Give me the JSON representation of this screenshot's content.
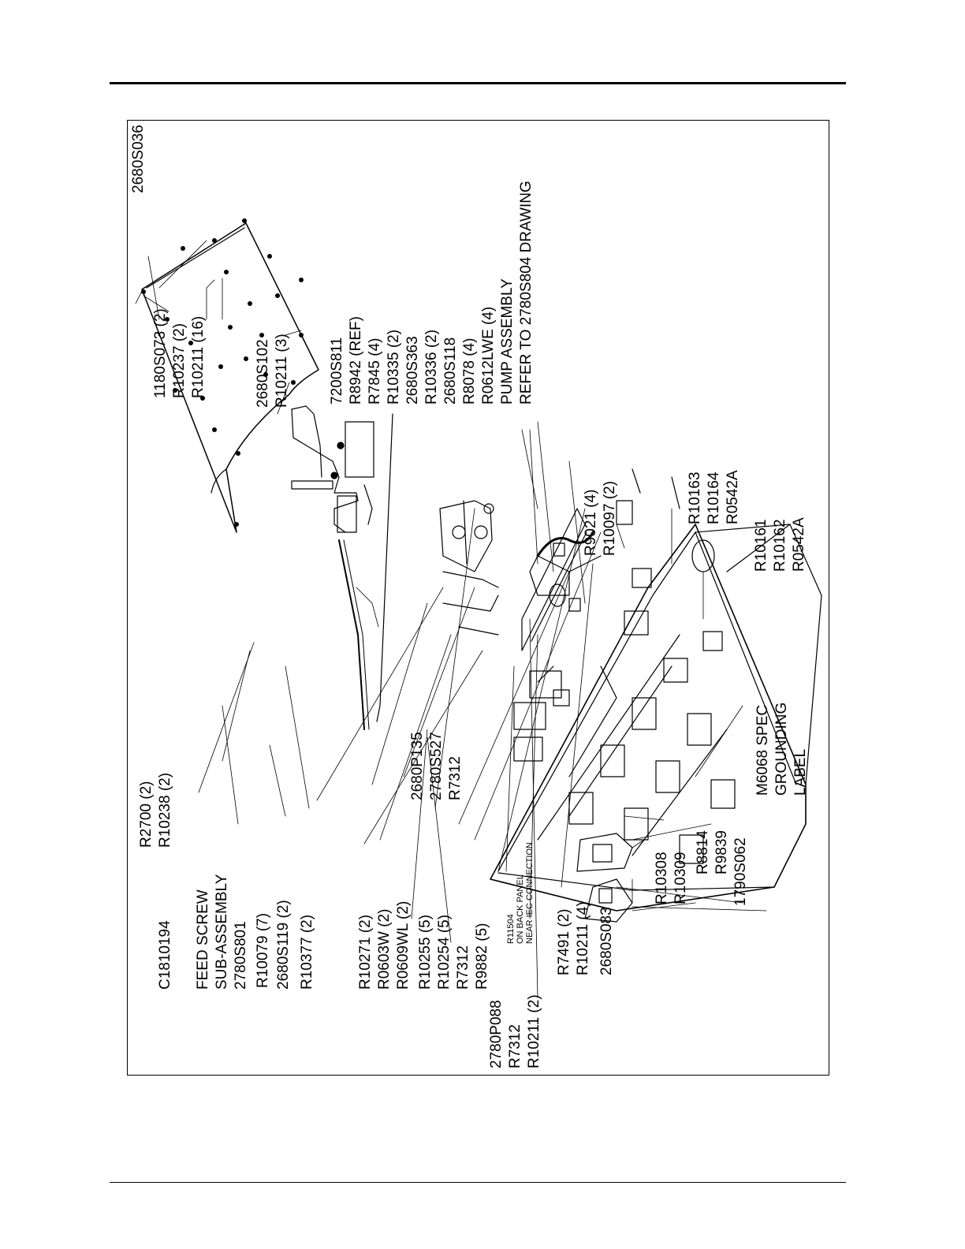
{
  "diagram": {
    "labels": {
      "l_2680S036": [
        "2680S036"
      ],
      "l_1180S073": [
        "1180S073 (2)",
        "R10237 (2)",
        "R10211 (16)"
      ],
      "l_2680S102": [
        "2680S102",
        "R10211 (3)"
      ],
      "l_7200S811": [
        "7200S811",
        "R8942 (REF)",
        "R7845 (4)",
        "R10335 (2)",
        "2680S363",
        "R10336 (2)",
        "2680S118",
        "R8078 (4)",
        "R0612LWE (4)",
        "PUMP ASSEMBLY",
        "REFER TO 2780S804 DRAWING"
      ],
      "l_R9021": [
        "R9021 (4)",
        "R10097 (2)"
      ],
      "l_R10163": [
        "R10163",
        "R10164",
        "R0542A"
      ],
      "l_R10161": [
        "R10161",
        "R10162",
        "R0542A"
      ],
      "l_R2700": [
        "R2700 (2)",
        "R10238 (2)"
      ],
      "l_C1810194": [
        "C1810194"
      ],
      "l_feedscrew": [
        "FEED SCREW",
        "SUB-ASSEMBLY",
        "2780S801"
      ],
      "l_R10079": [
        "R10079 (7)"
      ],
      "l_2680S119": [
        "2680S119 (2)"
      ],
      "l_R10377": [
        "R10377 (2)"
      ],
      "l_R10271": [
        "R10271 (2)",
        "R0603W (2)",
        "R0609WL (2)"
      ],
      "l_2680P135": [
        "2680P135",
        "2780S527",
        "R7312"
      ],
      "l_R10255": [
        "R10255 (5)",
        "R10254 (5)",
        "R7312",
        "R9882 (5)"
      ],
      "l_R11504": [
        "R11504",
        "ON BACK PANEL",
        "NEAR IEC CONNECTION"
      ],
      "l_2780P088": [
        "2780P088",
        "R7312",
        "R10211 (2)"
      ],
      "l_R7491": [
        "R7491 (2)",
        "R10211 (4)"
      ],
      "l_2680S083": [
        "2680S083"
      ],
      "l_R10308": [
        "R10308",
        "R10309"
      ],
      "l_R8814": [
        "R8814"
      ],
      "l_R9839": [
        "R9839"
      ],
      "l_1790S062": [
        "1790S062"
      ],
      "l_M6068": [
        "M6068 SPEC",
        "GROUNDING",
        "LABEL"
      ]
    }
  }
}
